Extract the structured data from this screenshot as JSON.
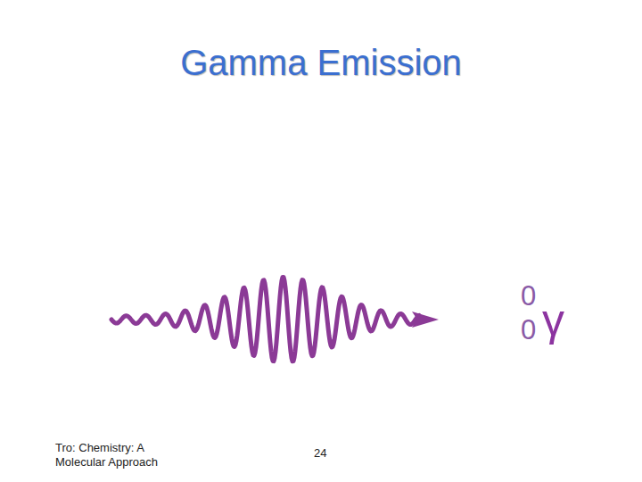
{
  "diagram": {
    "title": "Gamma Emission",
    "labels": [
      "0",
      "0",
      "γ",
      "Tro: Chemistry: A Molecular Approach",
      "24"
    ]
  }
}
